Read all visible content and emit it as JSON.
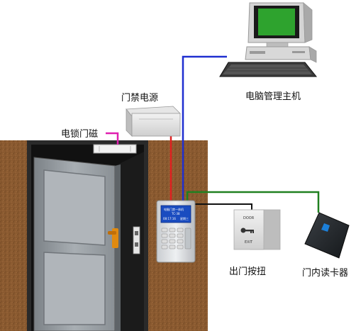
{
  "labels": {
    "power_supply": "门禁电源",
    "magnetic_lock": "电锁门磁",
    "computer": "电脑管理主机",
    "exit_button": "出门按扭",
    "card_reader": "门内读卡器"
  },
  "controller_screen": {
    "line1": "电脑门禁一体机",
    "line2": "TC-38",
    "line3a": "08:17:16",
    "line3b": "星期三"
  },
  "exit_button_face": {
    "top": "DOOR",
    "bottom": "EXIT"
  },
  "colors": {
    "wall": "#8a5a30",
    "door": "#9aa0a5",
    "network_cable": "#1f2fd0",
    "power_cable": "#e02020",
    "lock_cable": "#e020b0",
    "reader_cable": "#208020",
    "button_cable": "#111111",
    "screen": "#2ea32e"
  }
}
